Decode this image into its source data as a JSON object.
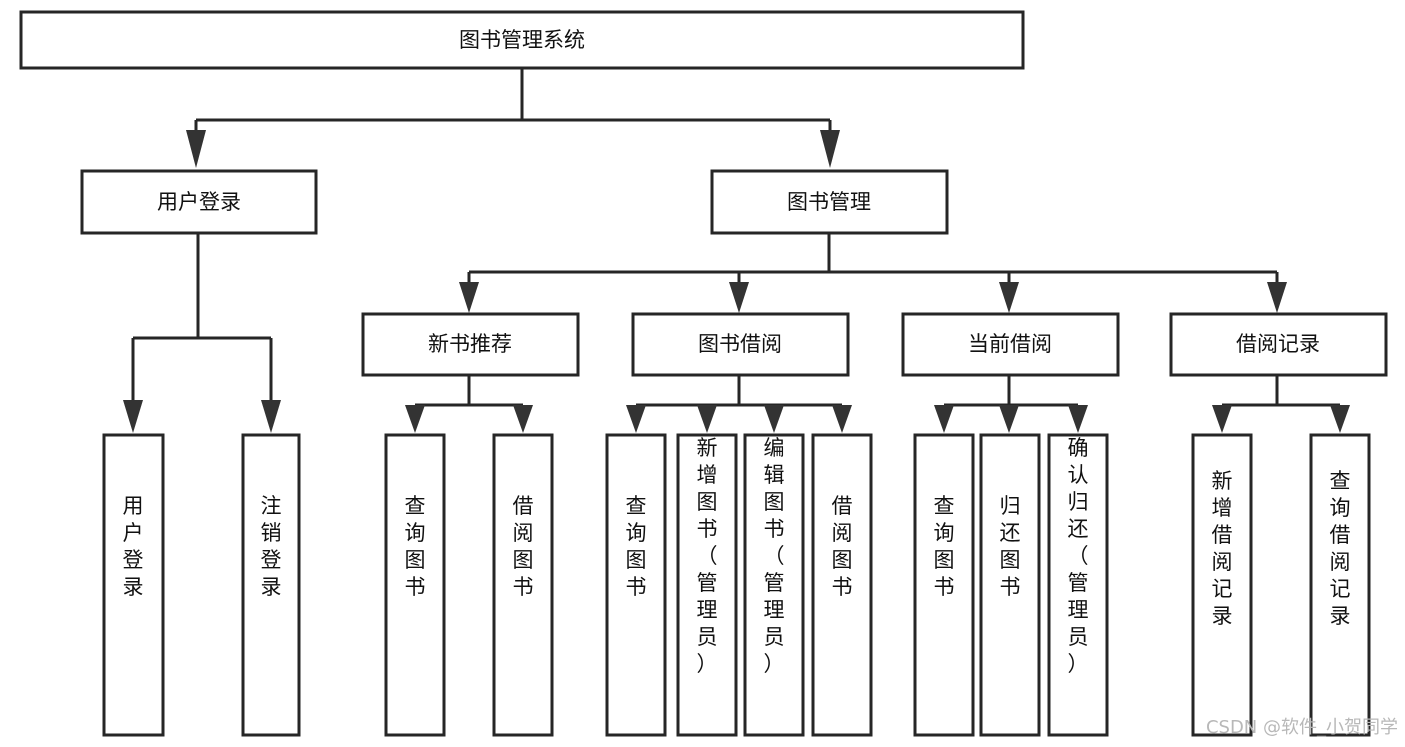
{
  "diagram": {
    "type": "tree-hierarchy",
    "title": "图书管理系统",
    "orientation": "top-down",
    "colors": {
      "box_fill": "#ffffff",
      "box_stroke": "#262626",
      "text": "#111111",
      "watermark": "#b8b8b8",
      "background": "#ffffff"
    },
    "root": {
      "label": "图书管理系统"
    },
    "level2": [
      {
        "label": "用户登录"
      },
      {
        "label": "图书管理"
      }
    ],
    "level3": [
      {
        "label": "新书推荐"
      },
      {
        "label": "图书借阅"
      },
      {
        "label": "当前借阅"
      },
      {
        "label": "借阅记录"
      }
    ],
    "leaves": {
      "user_login": [
        {
          "label": "用户登录"
        },
        {
          "label": "注销登录"
        }
      ],
      "new_book_recommend": [
        {
          "label": "查询图书"
        },
        {
          "label": "借阅图书"
        }
      ],
      "book_borrow": [
        {
          "label": "查询图书"
        },
        {
          "label": "新增图书（管理员）"
        },
        {
          "label": "编辑图书（管理员）"
        },
        {
          "label": "借阅图书"
        }
      ],
      "current_borrow": [
        {
          "label": "查询图书"
        },
        {
          "label": "归还图书"
        },
        {
          "label": "确认归还（管理员）"
        }
      ],
      "borrow_record": [
        {
          "label": "新增借阅记录"
        },
        {
          "label": "查询借阅记录"
        }
      ]
    }
  },
  "watermark": {
    "text": "CSDN @软件_小贺同学"
  }
}
